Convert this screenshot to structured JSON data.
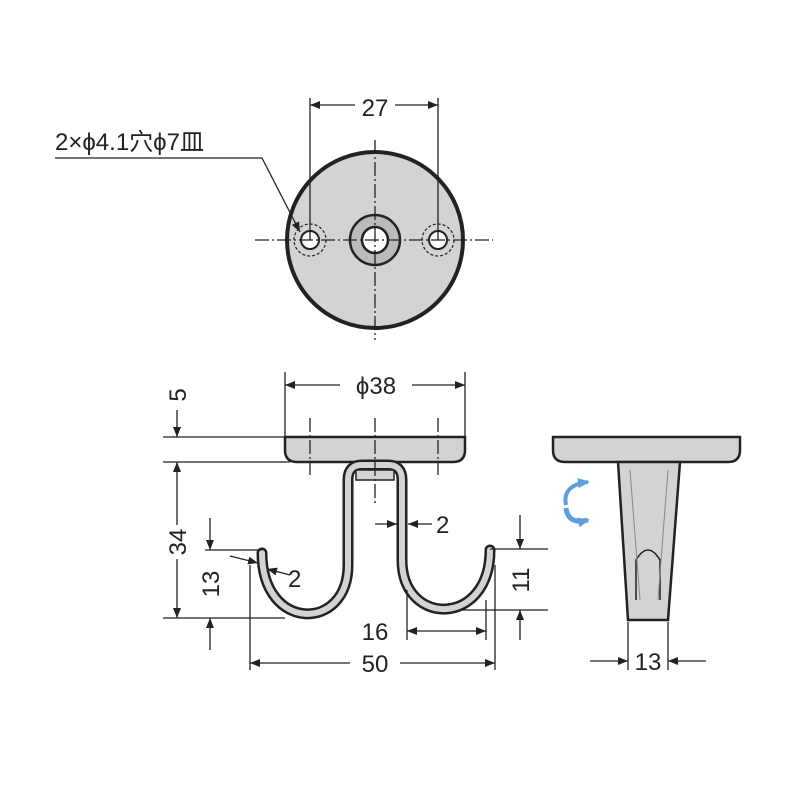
{
  "labels": {
    "hole_spec": "2×ϕ4.1穴ϕ7皿",
    "hole_pitch": "27",
    "plate_diameter": "ϕ38",
    "plate_thickness": "5",
    "overall_height": "34",
    "hook_depth_left": "13",
    "wire_dia_left": "2",
    "wire_dia_stem": "2",
    "hook_depth_right": "11",
    "hook_opening": "16",
    "overall_width": "50",
    "side_width": "13"
  },
  "colors": {
    "part_fill": "#d3d3d3",
    "line": "#222222",
    "rotation_arrow": "#5aa0dc"
  }
}
